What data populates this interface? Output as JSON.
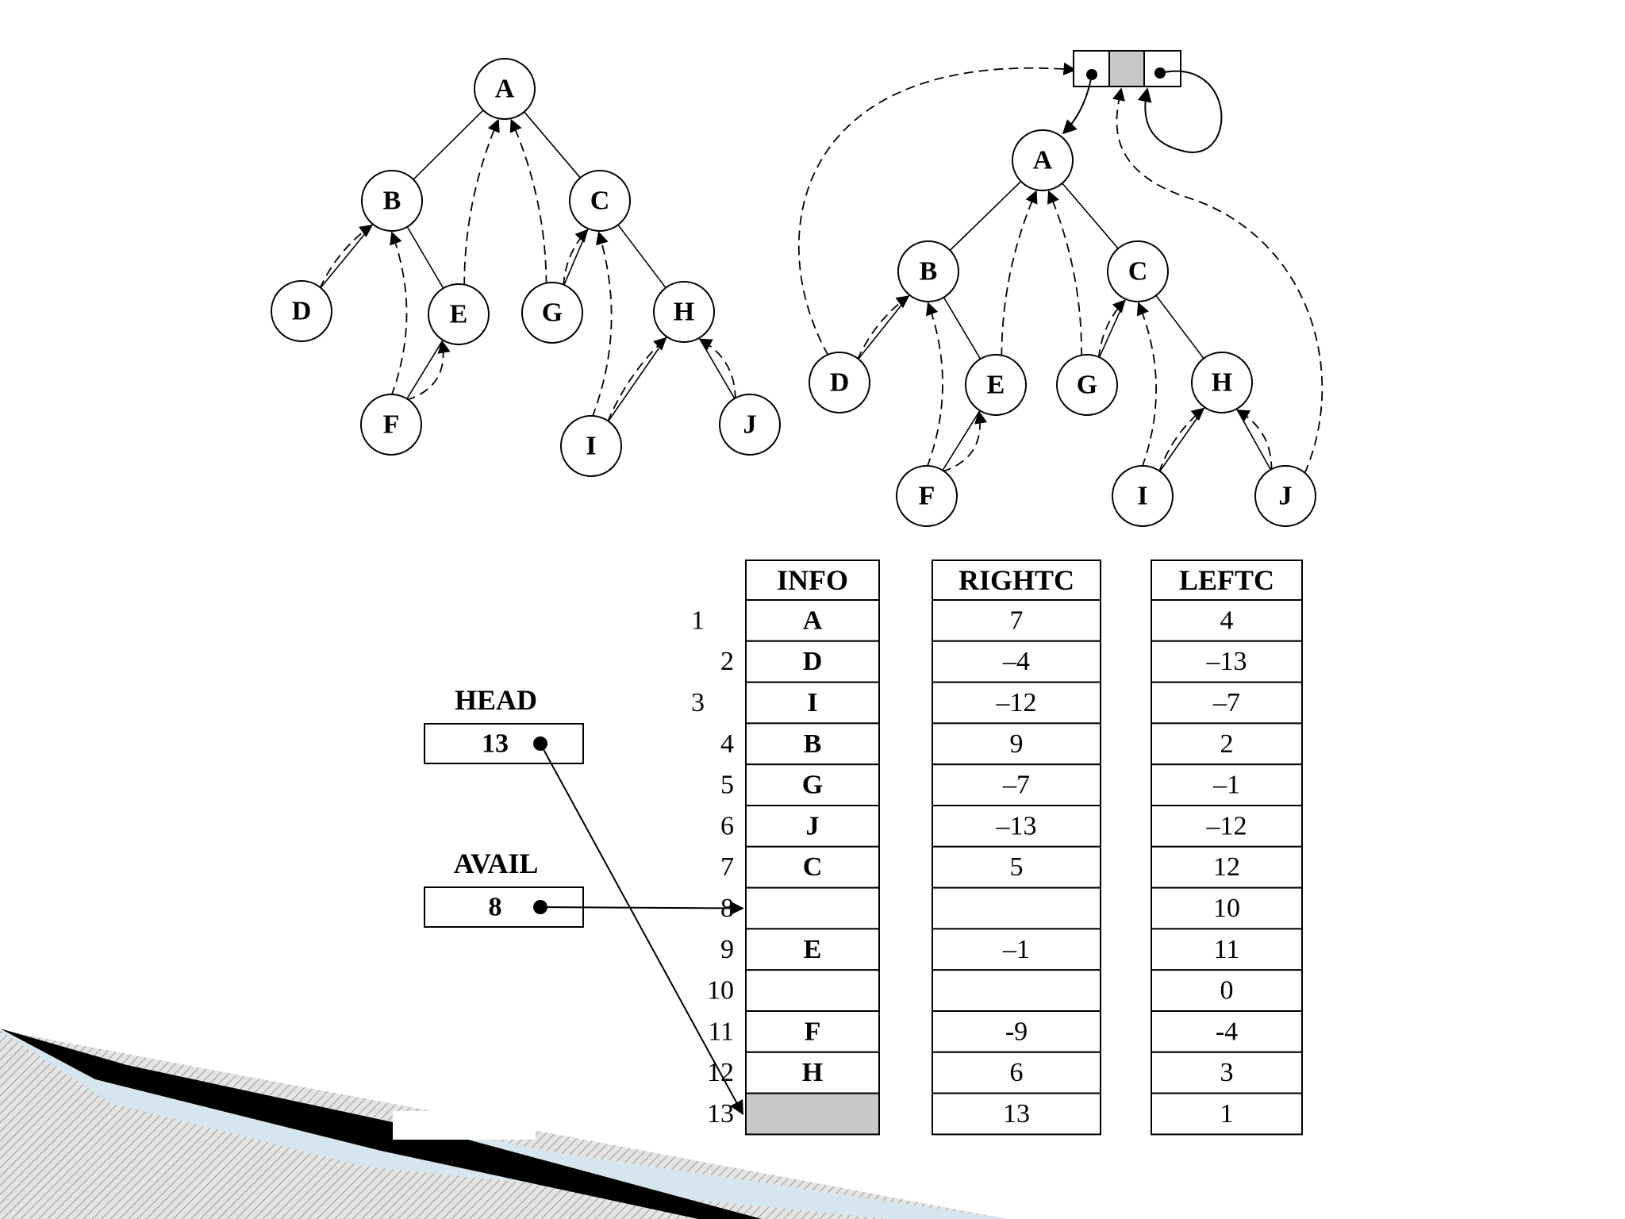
{
  "tree_left": {
    "nodes": [
      {
        "id": "A",
        "label": "A"
      },
      {
        "id": "B",
        "label": "B"
      },
      {
        "id": "C",
        "label": "C"
      },
      {
        "id": "D",
        "label": "D"
      },
      {
        "id": "E",
        "label": "E"
      },
      {
        "id": "G",
        "label": "G"
      },
      {
        "id": "H",
        "label": "H"
      },
      {
        "id": "F",
        "label": "F"
      },
      {
        "id": "I",
        "label": "I"
      },
      {
        "id": "J",
        "label": "J"
      }
    ],
    "edges": [
      [
        "A",
        "B"
      ],
      [
        "A",
        "C"
      ],
      [
        "B",
        "D"
      ],
      [
        "B",
        "E"
      ],
      [
        "E",
        "F"
      ],
      [
        "C",
        "G"
      ],
      [
        "C",
        "H"
      ],
      [
        "H",
        "I"
      ],
      [
        "H",
        "J"
      ]
    ],
    "threads": [
      [
        "D",
        "B"
      ],
      [
        "F",
        "B"
      ],
      [
        "F",
        "E"
      ],
      [
        "E",
        "A"
      ],
      [
        "G",
        "A"
      ],
      [
        "G",
        "C"
      ],
      [
        "I",
        "C"
      ],
      [
        "I",
        "H"
      ],
      [
        "J",
        "H"
      ]
    ]
  },
  "tree_right": {
    "nodes": [
      {
        "id": "A",
        "label": "A"
      },
      {
        "id": "B",
        "label": "B"
      },
      {
        "id": "C",
        "label": "C"
      },
      {
        "id": "D",
        "label": "D"
      },
      {
        "id": "E",
        "label": "E"
      },
      {
        "id": "G",
        "label": "G"
      },
      {
        "id": "H",
        "label": "H"
      },
      {
        "id": "F",
        "label": "F"
      },
      {
        "id": "I",
        "label": "I"
      },
      {
        "id": "J",
        "label": "J"
      }
    ],
    "edges": [
      [
        "A",
        "B"
      ],
      [
        "A",
        "C"
      ],
      [
        "B",
        "D"
      ],
      [
        "B",
        "E"
      ],
      [
        "E",
        "F"
      ],
      [
        "C",
        "G"
      ],
      [
        "C",
        "H"
      ],
      [
        "H",
        "I"
      ],
      [
        "H",
        "J"
      ]
    ],
    "threads": [
      [
        "D",
        "HEADER"
      ],
      [
        "D",
        "B"
      ],
      [
        "F",
        "B"
      ],
      [
        "F",
        "E"
      ],
      [
        "E",
        "A"
      ],
      [
        "G",
        "A"
      ],
      [
        "G",
        "C"
      ],
      [
        "I",
        "C"
      ],
      [
        "I",
        "H"
      ],
      [
        "J",
        "H"
      ],
      [
        "J",
        "HEADER"
      ]
    ]
  },
  "table": {
    "headers": {
      "info": "INFO",
      "rightc": "RIGHTC",
      "leftc": "LEFTC"
    },
    "rows": [
      {
        "index": "1",
        "info": "A",
        "rightc": "7",
        "leftc": "4"
      },
      {
        "index": "2",
        "info": "D",
        "rightc": "–4",
        "leftc": "–13"
      },
      {
        "index": "3",
        "info": "I",
        "rightc": "–12",
        "leftc": "–7"
      },
      {
        "index": "4",
        "info": "B",
        "rightc": "9",
        "leftc": "2"
      },
      {
        "index": "5",
        "info": "G",
        "rightc": "–7",
        "leftc": "–1"
      },
      {
        "index": "6",
        "info": "J",
        "rightc": "–13",
        "leftc": "–12"
      },
      {
        "index": "7",
        "info": "C",
        "rightc": "5",
        "leftc": "12"
      },
      {
        "index": "8",
        "info": "",
        "rightc": "",
        "leftc": "10"
      },
      {
        "index": "9",
        "info": "E",
        "rightc": "–1",
        "leftc": "11"
      },
      {
        "index": "10",
        "info": "",
        "rightc": "",
        "leftc": "0"
      },
      {
        "index": "11",
        "info": "F",
        "rightc": "-9",
        "leftc": "-4"
      },
      {
        "index": "12",
        "info": "H",
        "rightc": "6",
        "leftc": "3"
      },
      {
        "index": "13",
        "info": "",
        "rightc": "13",
        "leftc": "1",
        "shaded": true
      }
    ]
  },
  "head": {
    "label": "HEAD",
    "value": "13",
    "points_to": "13"
  },
  "avail": {
    "label": "AVAIL",
    "value": "8",
    "points_to": "8"
  },
  "colors": {
    "stroke": "#000000",
    "shade": "#c8c8c8",
    "footer_light": "#d6e6ee",
    "footer_dark": "#000000",
    "footer_hatch": "#bdbdbd"
  }
}
